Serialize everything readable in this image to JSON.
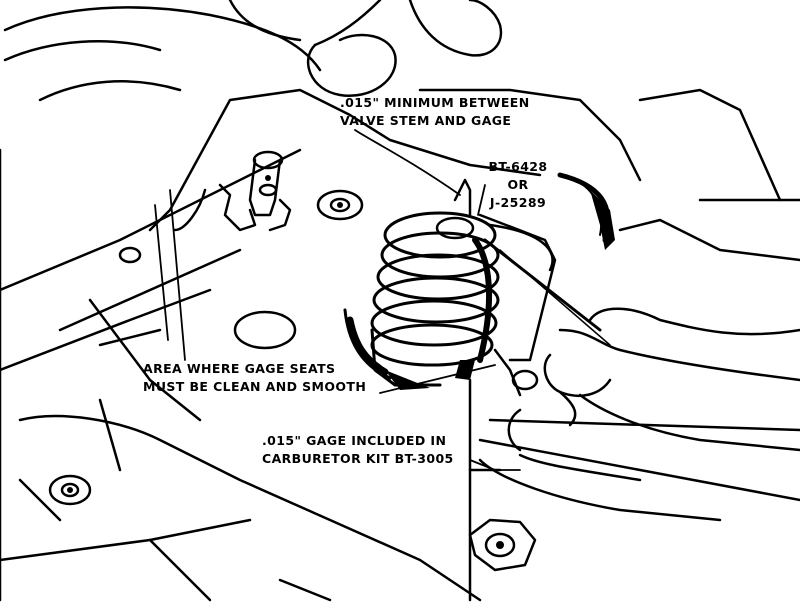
{
  "figure": {
    "colors": {
      "ink": "#000000",
      "paper": "#ffffff"
    },
    "callouts": {
      "valve_clearance": {
        "line1": ".015\" MINIMUM BETWEEN",
        "line2": "VALVE STEM AND GAGE"
      },
      "tool_number": {
        "line1": "BT-6428",
        "line2": "OR",
        "line3": "J-25289"
      },
      "gage_seat_area": {
        "line1": "AREA WHERE GAGE SEATS",
        "line2": "MUST BE CLEAN AND SMOOTH"
      },
      "gage_kit": {
        "line1": ".015\" GAGE INCLUDED IN",
        "line2": "CARBURETOR KIT BT-3005"
      }
    }
  }
}
